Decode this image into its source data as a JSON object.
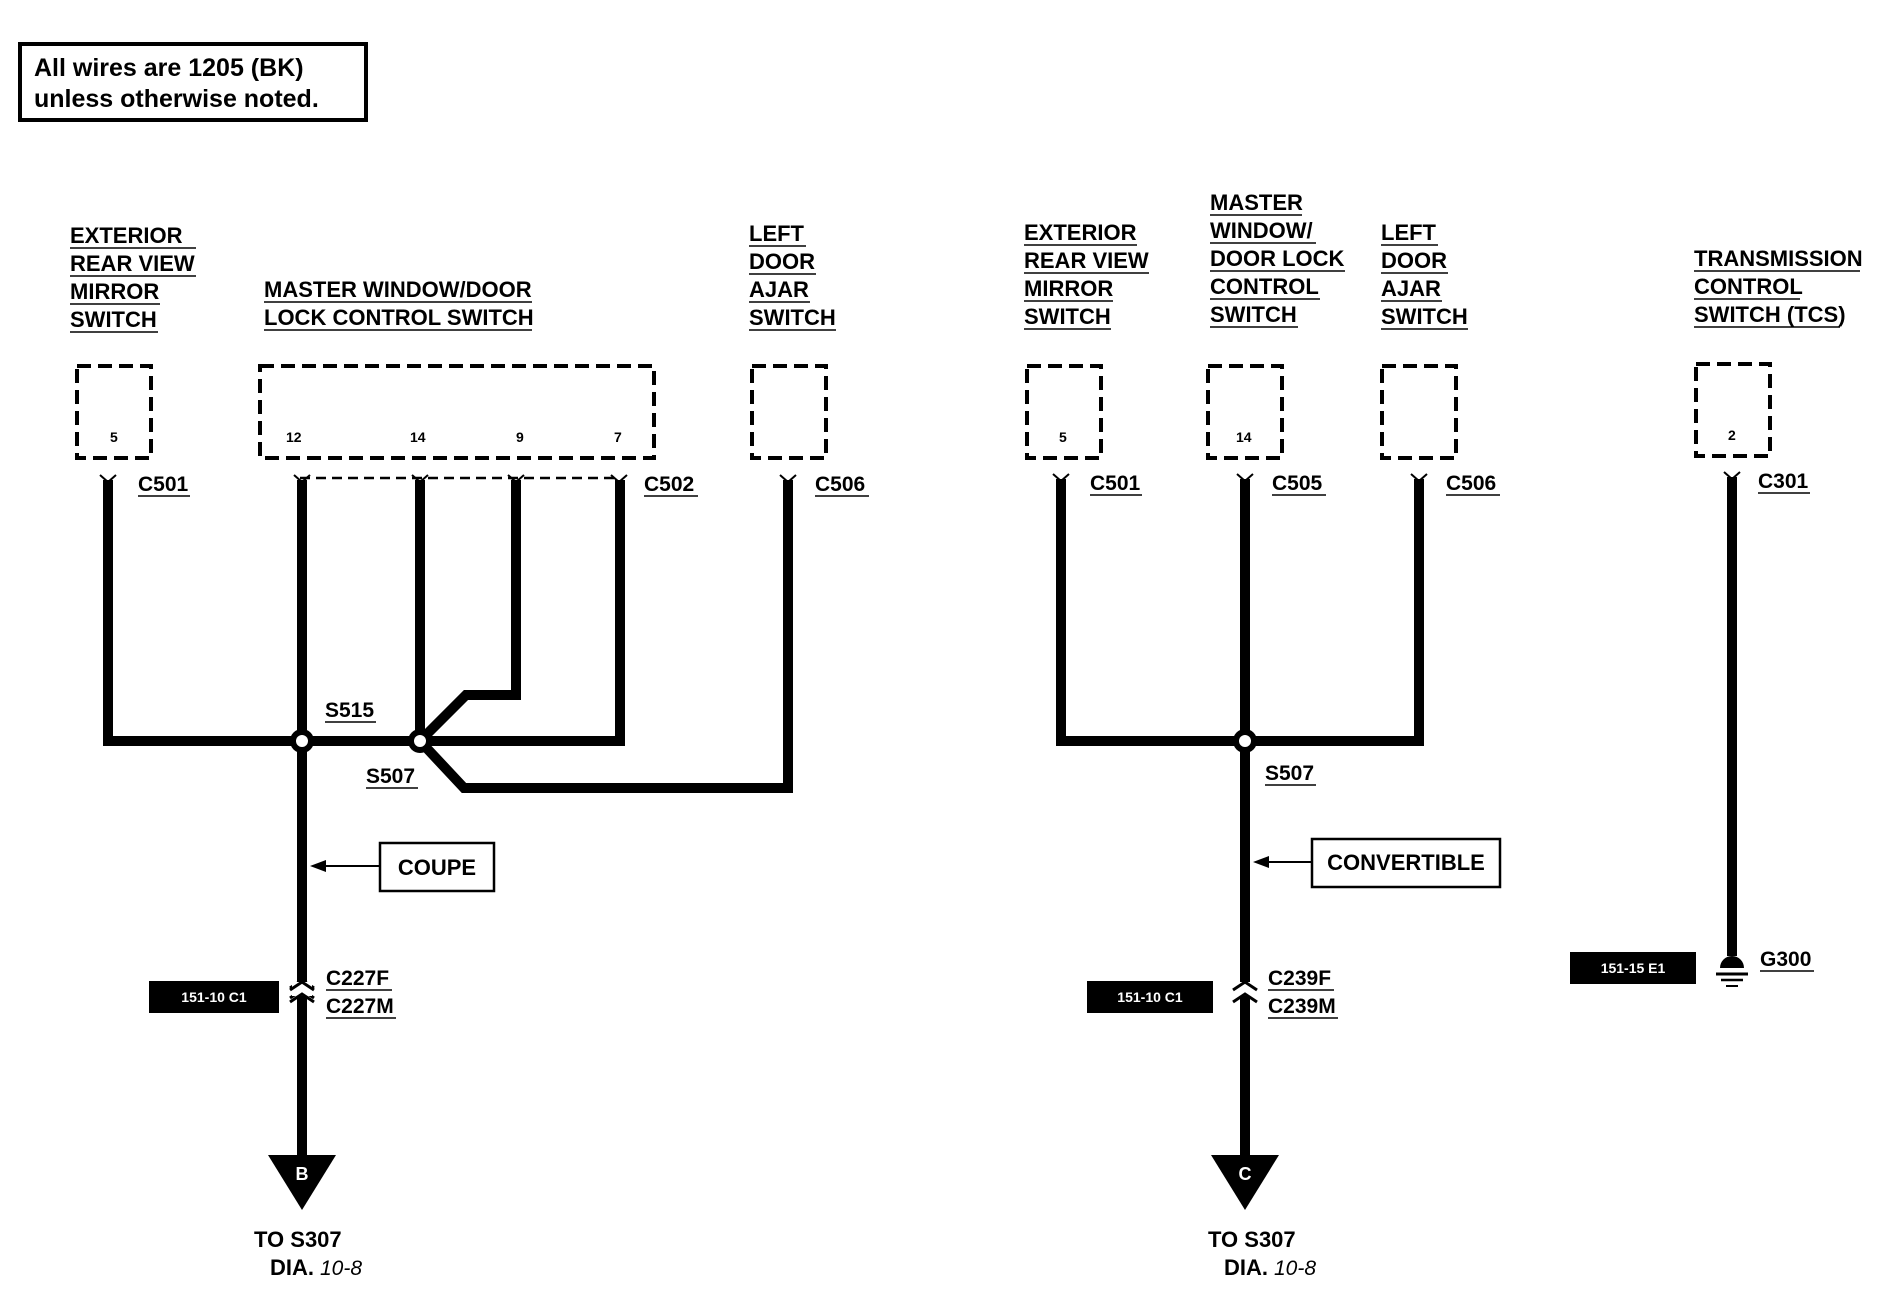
{
  "note": {
    "line1": "All wires are 1205 (BK)",
    "line2": "unless otherwise noted."
  },
  "left": {
    "mirror": {
      "lines": [
        "EXTERIOR",
        "REAR VIEW",
        "MIRROR",
        "SWITCH"
      ],
      "pin": "5",
      "connector": "C501"
    },
    "master": {
      "lines": [
        "MASTER WINDOW/DOOR",
        "LOCK CONTROL SWITCH"
      ],
      "pins": [
        "12",
        "14",
        "9",
        "7"
      ],
      "connector": "C502"
    },
    "door": {
      "lines": [
        "LEFT",
        "DOOR",
        "AJAR",
        "SWITCH"
      ],
      "connector": "C506"
    },
    "splice_a": "S515",
    "splice_b": "S507",
    "callout": "COUPE",
    "tag": "151-10 C1",
    "conn_f": "C227F",
    "conn_m": "C227M",
    "arrow": "B",
    "to1": "TO S307",
    "to2_bold": "DIA.",
    "to2_italic": "10-8"
  },
  "middle": {
    "mirror": {
      "lines": [
        "EXTERIOR",
        "REAR VIEW",
        "MIRROR",
        "SWITCH"
      ],
      "pin": "5",
      "connector": "C501"
    },
    "master": {
      "lines": [
        "MASTER",
        "WINDOW/",
        "DOOR LOCK",
        "CONTROL",
        "SWITCH"
      ],
      "pin": "14",
      "connector": "C505"
    },
    "door": {
      "lines": [
        "LEFT",
        "DOOR",
        "AJAR",
        "SWITCH"
      ],
      "connector": "C506"
    },
    "splice": "S507",
    "callout": "CONVERTIBLE",
    "tag": "151-10 C1",
    "conn_f": "C239F",
    "conn_m": "C239M",
    "arrow": "C",
    "to1": "TO S307",
    "to2_bold": "DIA.",
    "to2_italic": "10-8"
  },
  "right": {
    "tcs": {
      "lines": [
        "TRANSMISSION",
        "CONTROL",
        "SWITCH (TCS)"
      ],
      "pin": "2",
      "connector": "C301"
    },
    "tag": "151-15 E1",
    "ground": "G300"
  }
}
